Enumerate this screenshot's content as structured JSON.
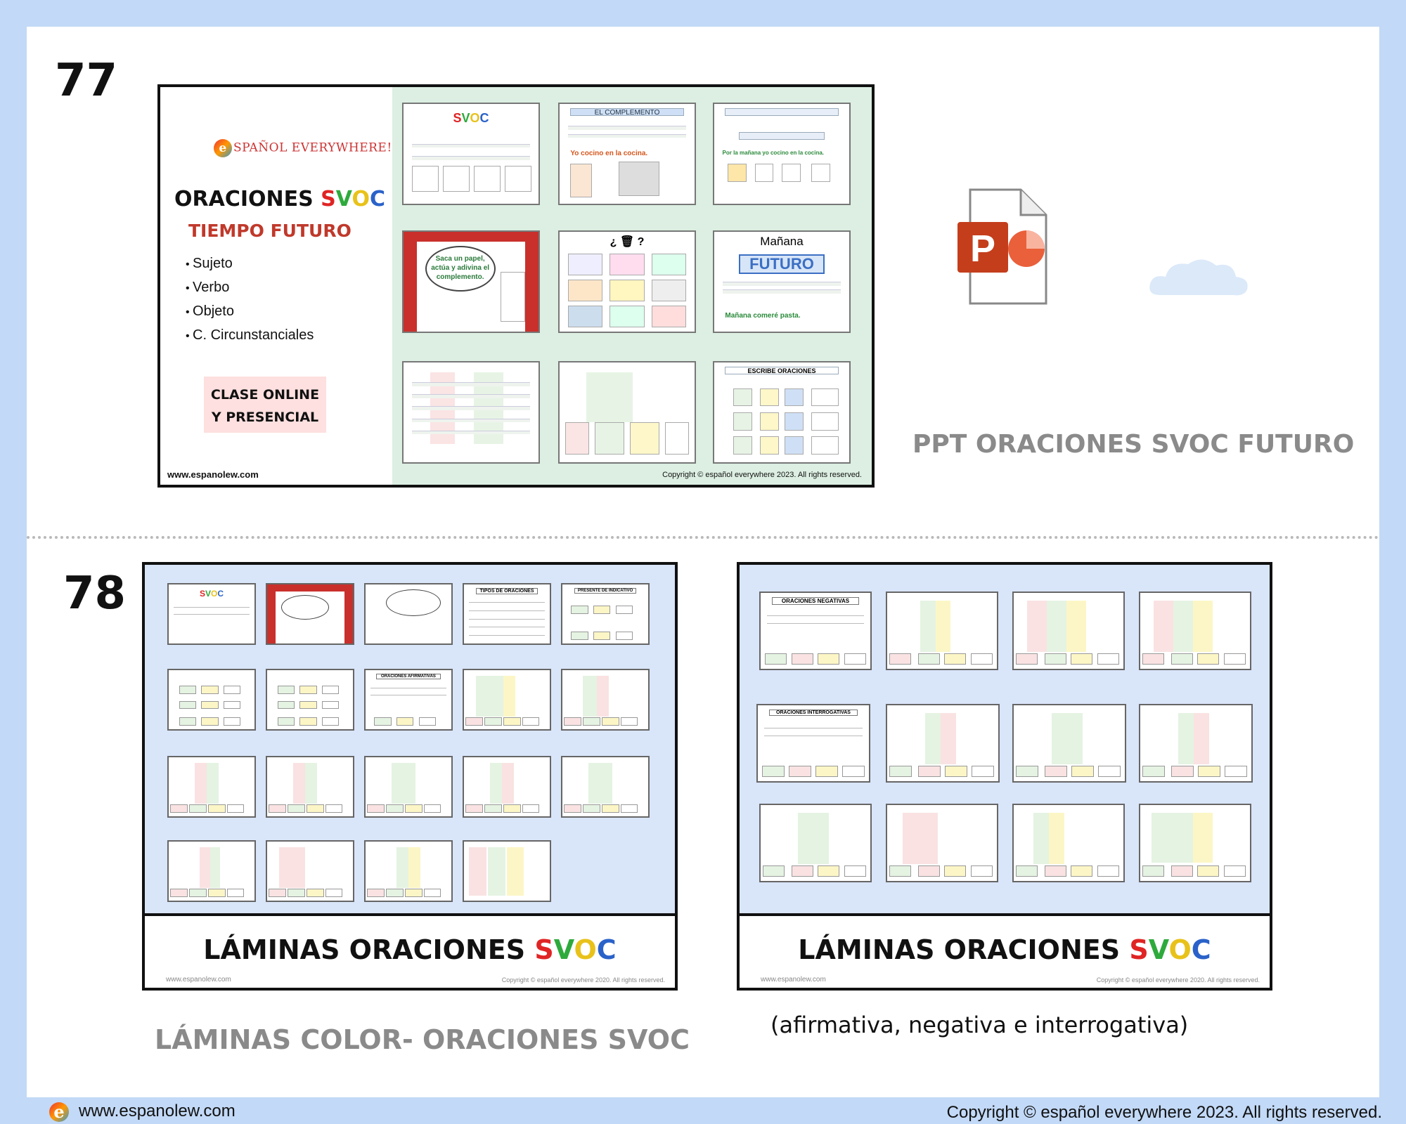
{
  "item77": {
    "number": "77",
    "cover": {
      "logo_text": "SPAÑOL EVERYWHERE!",
      "logo_letter": "e",
      "title_prefix": "ORACIONES ",
      "svoc_letters": [
        "S",
        "V",
        "O",
        "C"
      ],
      "subtitle": "TIEMPO FUTURO",
      "bullets": [
        "Sujeto",
        "Verbo",
        "Objeto",
        "C. Circunstanciales"
      ],
      "badge_line1": "CLASE ONLINE",
      "badge_line2": "Y PRESENCIAL",
      "website": "www.espanolew.com",
      "copyright": "Copyright © español everywhere 2023. All rights reserved."
    },
    "thumbs": {
      "t1_title": "SVOC",
      "t2_title": "EL COMPLEMENTO",
      "t3_line": "Por la mañana yo cocino en la cocina.",
      "t4_bubble": "Saca un papel, actúa y adivina el complemento.",
      "t5_title": "¿ 🗑 ?",
      "t6_day": "Mañana",
      "t6_title": "FUTURO",
      "t6_line": "Mañana comeré pasta.",
      "t9_title": "ESCRIBE ORACIONES"
    },
    "icon": "powerpoint-icon",
    "caption": "PPT ORACIONES SVOC FUTURO"
  },
  "item78": {
    "number": "78",
    "left_title_prefix": "LÁMINAS ORACIONES ",
    "right_title_prefix": "LÁMINAS ORACIONES ",
    "website": "www.espanolew.com",
    "copyright": "Copyright © español everywhere 2020. All rights reserved.",
    "left_labels": {
      "tipos": "TIPOS DE ORACIONES",
      "presente": "PRESENTE DE INDICATIVO",
      "afirmativas": "ORACIONES AFIRMATIVAS"
    },
    "right_labels": {
      "negativas": "ORACIONES NEGATIVAS",
      "interrogativas": "ORACIONES INTERROGATIVAS"
    },
    "caption_left": "LÁMINAS COLOR- ORACIONES SVOC",
    "caption_right": "(afirmativa, negativa e interrogativa)"
  },
  "footer": {
    "logo_letter": "e",
    "website": "www.espanolew.com",
    "copyright": "Copyright © español everywhere 2023. All rights reserved."
  },
  "colors": {
    "background": "#c2d9f7",
    "s": "#e02424",
    "v": "#2eaa3c",
    "o": "#e8c21a",
    "c": "#2a62c9",
    "caption_gray": "#8a8a8a"
  }
}
